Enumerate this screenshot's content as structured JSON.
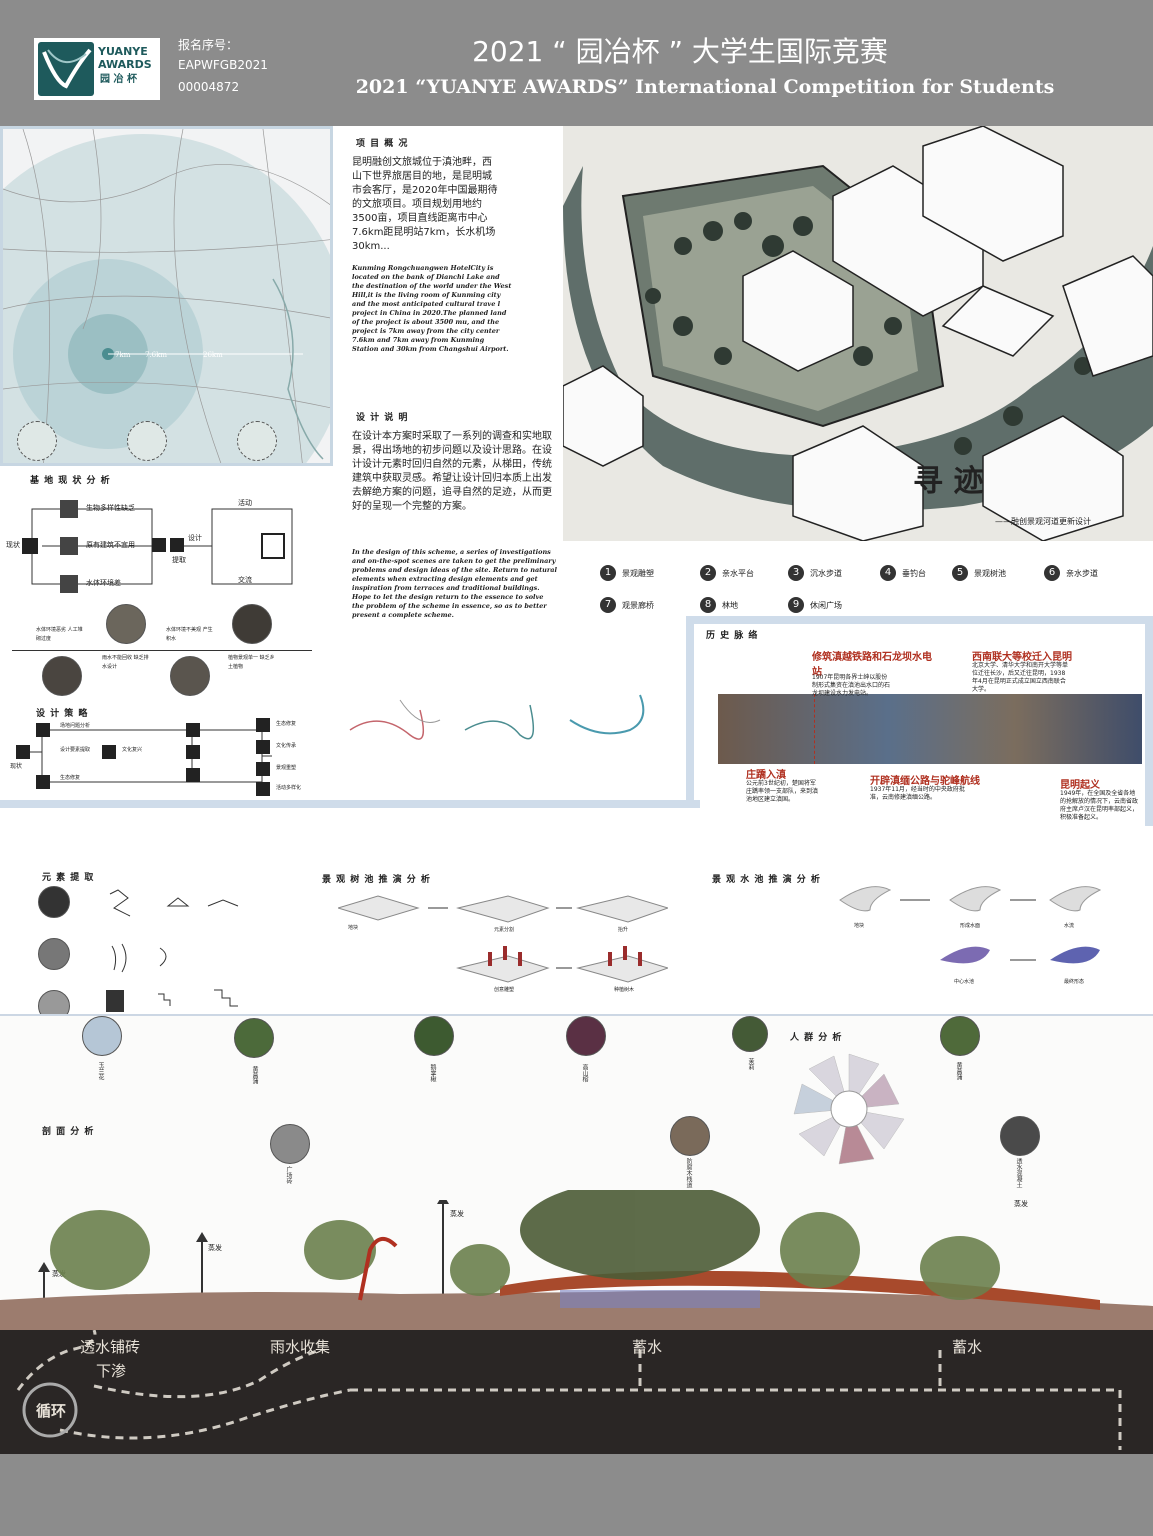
{
  "header": {
    "logo_en_1": "YUANYE",
    "logo_en_2": "AWARDS",
    "logo_cn": "园 冶 杯",
    "reg_label": "报名序号：",
    "reg_code_1": "EAPWFGB2021",
    "reg_code_2": "00004872",
    "title_cn": "2021 “ 园冶杯 ” 大学生国际竞赛",
    "title_en": "2021 “YUANYE AWARDS” International Competition for  Students"
  },
  "map": {
    "dist_1": "7km",
    "dist_2": "7.6km",
    "dist_3": "26km"
  },
  "overview": {
    "title": "项 目 概 况",
    "text_cn": "昆明融创文旅城位于滇池畔，西山下世界旅居目的地，是昆明城市会客厅，是2020年中国最期待的文旅项目。项目规划用地约3500亩，项目直线距离市中心7.6km距昆明站7km，长水机场30km...",
    "text_en": "Kunming Rongchuangwen HotelCity is located on the bank of Dianchi Lake and the destination of the world under the West Hill,it is the living room of Kunming city and the most anticipated cultural trave l project in China in 2020.The planned land of the project is about 3500 mu, and the project is 7km away from the city center 7.6km and 7km away from Kunming Station and 30km from Changshui Airport."
  },
  "ideas": {
    "title": "设 计 说 明",
    "text_cn": "在设计本方案时采取了一系列的调查和实地取景，得出场地的初步问题以及设计思路。在设计设计元素时回归自然的元素，从梯田，传统建筑中获取灵感。希望让设计回归本质上出发去解绝方案的问题，追寻自然的足迹，从而更好的呈现一个完整的方案。",
    "text_en": "In the design of this scheme, a series of investigations and on-the-spot scenes are taken to get the preliminary problems and design ideas of the site. Return to natural elements when extracting design elements and get inspiration from terraces and traditional buildings. Hope to let the design return to the essence to solve the problem of the scheme in essence, so as to better present a complete scheme."
  },
  "site_analysis": {
    "title": "基 地 现 状 分 析",
    "items": [
      "生物多样性缺乏",
      "原有建筑不宜用",
      "水体环境差"
    ],
    "start": "现状",
    "mid": "设计",
    "end_top": "活动",
    "end_bot": "交流",
    "mid_label": "提取",
    "captions": [
      "水体环境恶劣 人工堆砌过度",
      "雨水不能回收 缺乏排水设计",
      "水体环境不美观 产生积水",
      "植物景观单一 缺乏乡土植物"
    ]
  },
  "strategy": {
    "title": "设 计 策 略",
    "start": "现状",
    "labels": [
      "场地问题分析",
      "设计要素提取",
      "文化复兴",
      "生态修复"
    ],
    "results": [
      "生态修复",
      "文化传承",
      "景观重塑",
      "活动多样化"
    ]
  },
  "aerial": {
    "calligraphy": "寻 迹",
    "subtitle": "——融创景观河道更新设计"
  },
  "legend": [
    {
      "num": "1",
      "label": "景观雕塑"
    },
    {
      "num": "2",
      "label": "亲水平台"
    },
    {
      "num": "3",
      "label": "沉水步道"
    },
    {
      "num": "4",
      "label": "垂钓台"
    },
    {
      "num": "5",
      "label": "景观树池"
    },
    {
      "num": "6",
      "label": "亲水步道"
    },
    {
      "num": "7",
      "label": "观景廊桥"
    },
    {
      "num": "8",
      "label": "林地"
    },
    {
      "num": "9",
      "label": "休闲广场"
    }
  ],
  "history": {
    "title": "历 史 脉 络",
    "events": [
      {
        "cap": "修筑滇越铁路和石龙坝水电站",
        "txt": "1907年昆明各界士绅以股份制形式集资在滇池出水口的石龙坝建设水力发电站。"
      },
      {
        "cap": "西南联大等校迁入昆明",
        "txt": "北京大学、清华大学和南开大学等单位迁往长沙，后又迁往昆明，1938年4月在昆明正式成立国立西南联合大学。"
      },
      {
        "cap": "庄蹻入滇",
        "txt": "公元前3世纪初，楚国将军庄蹻率领一支部队，来到滇池地区建立滇国。"
      },
      {
        "cap": "开辟滇缅公路与驼峰航线",
        "txt": "1937年11月，经当时的中央政府批准，云南修建滇缅公路。"
      },
      {
        "cap": "昆明起义",
        "txt": "1949年，在全国及全省各地的抢解放的情况下，云南省政府主席卢汉在昆明率部起义，积极准备起义。"
      }
    ]
  },
  "analysis": {
    "form_title": "元 素 提 取",
    "terrace_title": "景 观 树 池 推 演 分 析",
    "water_title": "景 观 水 池 推 演 分 析",
    "terrace_steps": [
      "地块",
      "元素分割",
      "抬升",
      "创意雕塑",
      "种植树木"
    ],
    "water_steps": [
      "地块",
      "形成水面",
      "水流",
      "中心水池",
      "最终形态"
    ]
  },
  "plants": [
    "玉兰花",
    "黄菖蒲",
    "鹅掌楸",
    "高山榕",
    "茉莉",
    "黄菖蒲"
  ],
  "materials": [
    "广场砖",
    "防腐木栈道",
    "透水混凝土"
  ],
  "crowd": {
    "title": "人 群 分 析"
  },
  "section": {
    "title": "剖 面 分 析",
    "evap": "蒸发",
    "ground_labels": [
      "透水铺砖",
      "下渗",
      "雨水收集",
      "蓄水",
      "蓄水",
      "循环"
    ]
  }
}
